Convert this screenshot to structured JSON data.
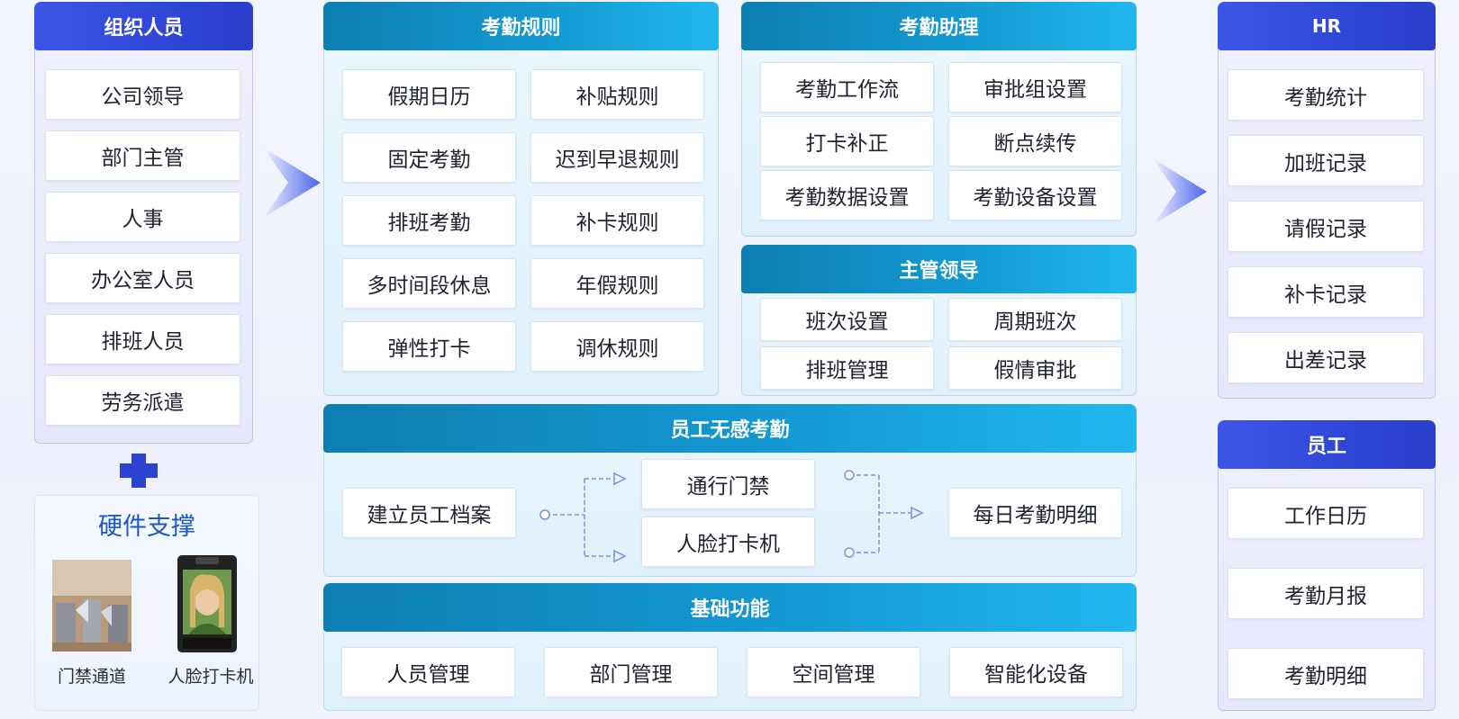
{
  "org": {
    "title": "组织人员",
    "items": [
      "公司领导",
      "部门主管",
      "人事",
      "办公室人员",
      "排班人员",
      "劳务派遣"
    ]
  },
  "hardware": {
    "title": "硬件支撑",
    "items": [
      "门禁通道",
      "人脸打卡机"
    ]
  },
  "rules": {
    "title": "考勤规则",
    "items": [
      "假期日历",
      "补贴规则",
      "固定考勤",
      "迟到早退规则",
      "排班考勤",
      "补卡规则",
      "多时间段休息",
      "年假规则",
      "弹性打卡",
      "调休规则"
    ]
  },
  "assistant": {
    "title": "考勤助理",
    "items": [
      "考勤工作流",
      "审批组设置",
      "打卡补正",
      "断点续传",
      "考勤数据设置",
      "考勤设备设置"
    ]
  },
  "leader": {
    "title": "主管领导",
    "items": [
      "班次设置",
      "周期班次",
      "排班管理",
      "假情审批"
    ]
  },
  "seamless": {
    "title": "员工无感考勤",
    "start": "建立员工档案",
    "mid": [
      "通行门禁",
      "人脸打卡机"
    ],
    "end": "每日考勤明细"
  },
  "basic": {
    "title": "基础功能",
    "items": [
      "人员管理",
      "部门管理",
      "空间管理",
      "智能化设备"
    ]
  },
  "hr": {
    "title": "HR",
    "items": [
      "考勤统计",
      "加班记录",
      "请假记录",
      "补卡记录",
      "出差记录"
    ]
  },
  "employee": {
    "title": "员工",
    "items": [
      "工作日历",
      "考勤月报",
      "考勤明细"
    ]
  },
  "colors": {
    "teal_header": "#1398d2",
    "purple_header": "#2f46d6",
    "hardware_title": "#1b57c9"
  }
}
